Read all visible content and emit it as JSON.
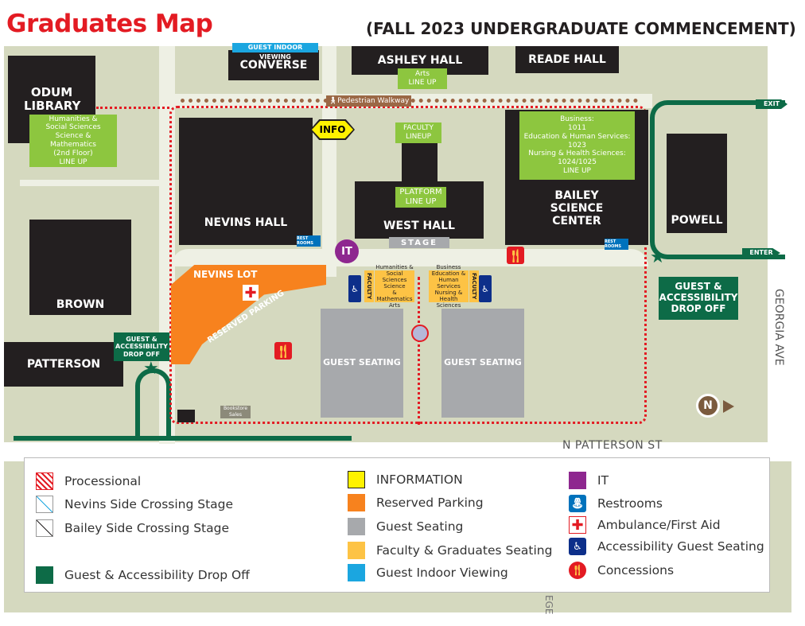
{
  "title": "Graduates Map",
  "subtitle": "(FALL 2023 UNDERGRADUATE COMMENCEMENT)",
  "colors": {
    "title": "#e31b23",
    "buildings": "#231f20",
    "lineup": "#8dc63f",
    "drop_off": "#0d6b47",
    "reserved_parking": "#f7821e",
    "guest_seating": "#a7a9ac",
    "faculty_seating": "#fdc345",
    "info": "#fff200",
    "it": "#8e278f",
    "indoor_viewing": "#1ba6e0",
    "processional": "#e31b23"
  },
  "buildings": {
    "odum": "ODUM LIBRARY",
    "converse": "CONVERSE",
    "ashley": "ASHLEY HALL",
    "reade": "READE HALL",
    "nevins": "NEVINS HALL",
    "west": "WEST HALL",
    "bailey": "BAILEY SCIENCE CENTER",
    "powell": "POWELL",
    "brown": "BROWN",
    "patterson": "PATTERSON"
  },
  "labels": {
    "guest_indoor_viewing": "GUEST INDOOR VIEWING",
    "arts_lineup": [
      "Arts",
      "LINE UP"
    ],
    "pedestrian_walkway": "Pedestrian Walkway",
    "info": "INFO",
    "faculty_lineup": [
      "FACULTY",
      "LINEUP"
    ],
    "odum_lineup": [
      "Humanities &",
      "Social Sciences",
      "Science & Mathematics",
      "(2nd Floor)",
      "LINE UP"
    ],
    "bailey_lineup": [
      "Business:",
      "1011",
      "Education & Human Services:",
      "1023",
      "Nursing & Health Sciences:",
      "1024/1025",
      "LINE UP"
    ],
    "platform_lineup": [
      "PLATFORM",
      "LINE UP"
    ],
    "stage": "STAGE",
    "rest_rooms": "REST ROOMS",
    "it": "IT",
    "nevins_lot": "NEVINS LOT",
    "reserved_parking": "RESERVED PARKING",
    "faculty": "FACULTY",
    "left_seating": [
      "Humanities &",
      "Social Sciences",
      "Science",
      "& Mathematics",
      "Arts"
    ],
    "right_seating": [
      "Business",
      "Education &",
      "Human Services",
      "Nursing &",
      "Health Sciences"
    ],
    "guest_seating": "GUEST SEATING",
    "exit": "EXIT",
    "enter": "ENTER",
    "guest_drop_off_right": "GUEST & ACCESSIBILITY DROP OFF",
    "guest_drop_off_left": "GUEST & ACCESSIBILITY DROP OFF",
    "bookstore_sales": "Bookstore Sales",
    "georgia_ave": "GEORGIA AVE",
    "n_patterson_st": "N PATTERSON ST",
    "bottom_street_fragment": "EGE"
  },
  "legend": [
    {
      "label": "Processional",
      "icon": "processional-line"
    },
    {
      "label": "Nevins Side Crossing Stage",
      "icon": "blue-dotted-line"
    },
    {
      "label": "Bailey Side Crossing Stage",
      "icon": "black-dotted-line"
    },
    {
      "label": "Guest & Accessibility Drop Off",
      "icon": "dark-green-square"
    },
    {
      "label": "INFORMATION",
      "icon": "yellow-square"
    },
    {
      "label": "Reserved Parking",
      "icon": "orange-square"
    },
    {
      "label": "Guest Seating",
      "icon": "grey-square"
    },
    {
      "label": "Faculty & Graduates Seating",
      "icon": "gold-square"
    },
    {
      "label": "Guest Indoor Viewing",
      "icon": "blue-square"
    },
    {
      "label": "IT",
      "icon": "purple-square"
    },
    {
      "label": "Restrooms",
      "icon": "restroom-icon"
    },
    {
      "label": "Ambulance/First Aid",
      "icon": "first-aid-cross-icon"
    },
    {
      "label": "Accessibility Guest Seating",
      "icon": "wheelchair-icon"
    },
    {
      "label": "Concessions",
      "icon": "concessions-icon"
    }
  ]
}
